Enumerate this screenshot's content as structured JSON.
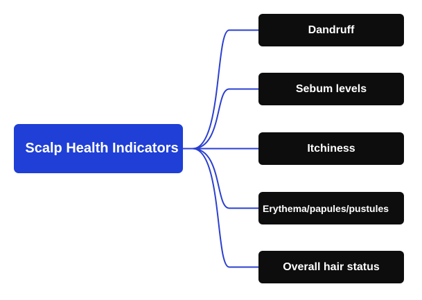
{
  "colors": {
    "background": "#ffffff",
    "root_fill": "#1f3fd6",
    "root_text": "#ffffff",
    "child_fill": "#0d0d0d",
    "child_text": "#ffffff",
    "connector": "#2a3fd0"
  },
  "diagram": {
    "type": "mind-map",
    "root": {
      "label": "Scalp Health Indicators"
    },
    "children": [
      {
        "label": "Dandruff"
      },
      {
        "label": "Sebum levels"
      },
      {
        "label": "Itchiness"
      },
      {
        "label": "Erythema/papules/pustules"
      },
      {
        "label": "Overall hair status"
      }
    ]
  }
}
